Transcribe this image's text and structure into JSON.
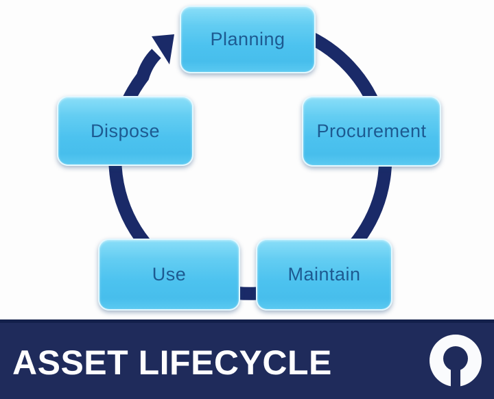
{
  "diagram": {
    "nodes": [
      {
        "label": "Planning"
      },
      {
        "label": "Procurement"
      },
      {
        "label": "Maintain"
      },
      {
        "label": "Use"
      },
      {
        "label": "Dispose"
      }
    ],
    "flow_direction": "clockwise",
    "colors": {
      "arrow": "#1a2a68",
      "node_fill_top": "#8adef8",
      "node_fill_bottom": "#4cc2ef",
      "node_text": "#1d5a91"
    }
  },
  "banner": {
    "title": "ASSET LIFECYCLE",
    "background": "#1f2b5b",
    "text_color": "#fdfdfe",
    "logo_icon": "keyhole-logo"
  }
}
